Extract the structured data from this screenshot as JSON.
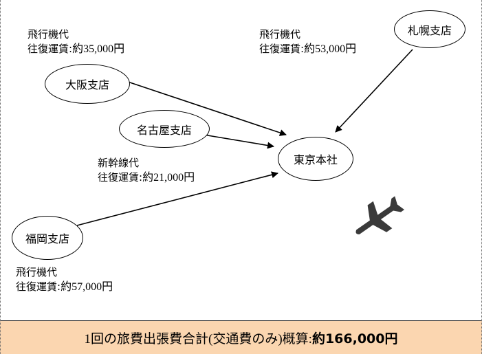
{
  "nodes": {
    "sapporo": "札幌支店",
    "osaka": "大阪支店",
    "nagoya": "名古屋支店",
    "tokyo": "東京本社",
    "fukuoka": "福岡支店"
  },
  "costs": {
    "osaka": {
      "mode": "飛行機代",
      "fare_label": "往復運賃:",
      "amount": "約35,000円"
    },
    "sapporo": {
      "mode": "飛行機代",
      "fare_label": "往復運賃:",
      "amount": "約53,000円"
    },
    "nagoya": {
      "mode": "新幹線代",
      "fare_label": "往復運賃:",
      "amount": "約21,000円"
    },
    "fukuoka": {
      "mode": "飛行機代",
      "fare_label": "往復運賃:",
      "amount": "約57,000円"
    }
  },
  "summary": {
    "label": "1回の旅費出張費合計(交通費のみ)概算:",
    "total": "約166,000円"
  },
  "icons": {
    "airplane": "airplane-icon"
  },
  "colors": {
    "summary_background": "#fbd6b0",
    "airplane": "#3a3a3a"
  }
}
